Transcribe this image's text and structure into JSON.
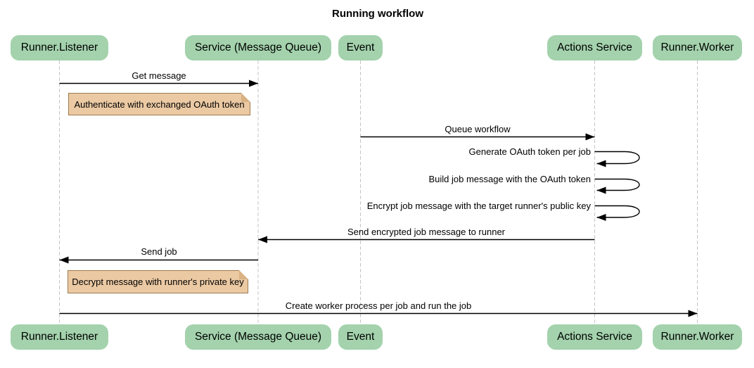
{
  "diagram_type": "sequence",
  "title": "Running workflow",
  "colors": {
    "actor_fill": "#a3d2ac",
    "note_fill": "#ebc9a3",
    "note_border": "#9d7b50",
    "note_fold": "#d9b183",
    "lifeline": "#c4c4c4",
    "arrow": "#000000",
    "background": "#ffffff"
  },
  "actors": [
    {
      "label": "Runner.Listener"
    },
    {
      "label": "Service (Message Queue)"
    },
    {
      "label": "Event"
    },
    {
      "label": "Actions Service"
    },
    {
      "label": "Runner.Worker"
    }
  ],
  "messages": [
    {
      "label": "Get message",
      "from": "Runner.Listener",
      "to": "Service (Message Queue)",
      "type": "solid-arrow"
    },
    {
      "label": "Queue workflow",
      "from": "Event",
      "to": "Actions Service",
      "type": "solid-arrow"
    },
    {
      "label": "Generate OAuth token per job",
      "from": "Actions Service",
      "to": "Actions Service",
      "type": "self-loop"
    },
    {
      "label": "Build job message with the OAuth token",
      "from": "Actions Service",
      "to": "Actions Service",
      "type": "self-loop"
    },
    {
      "label": "Encrypt job message with the target runner's public key",
      "from": "Actions Service",
      "to": "Actions Service",
      "type": "self-loop"
    },
    {
      "label": "Send encrypted job message to runner",
      "from": "Actions Service",
      "to": "Service (Message Queue)",
      "type": "solid-arrow"
    },
    {
      "label": "Send job",
      "from": "Service (Message Queue)",
      "to": "Runner.Listener",
      "type": "solid-arrow"
    },
    {
      "label": "Create worker process per job and run the job",
      "from": "Runner.Listener",
      "to": "Runner.Worker",
      "type": "solid-arrow"
    }
  ],
  "notes": [
    {
      "label": "Authenticate with exchanged OAuth token",
      "anchor": "Runner.Listener"
    },
    {
      "label": "Decrypt message with runner's private key",
      "anchor": "Runner.Listener"
    }
  ]
}
